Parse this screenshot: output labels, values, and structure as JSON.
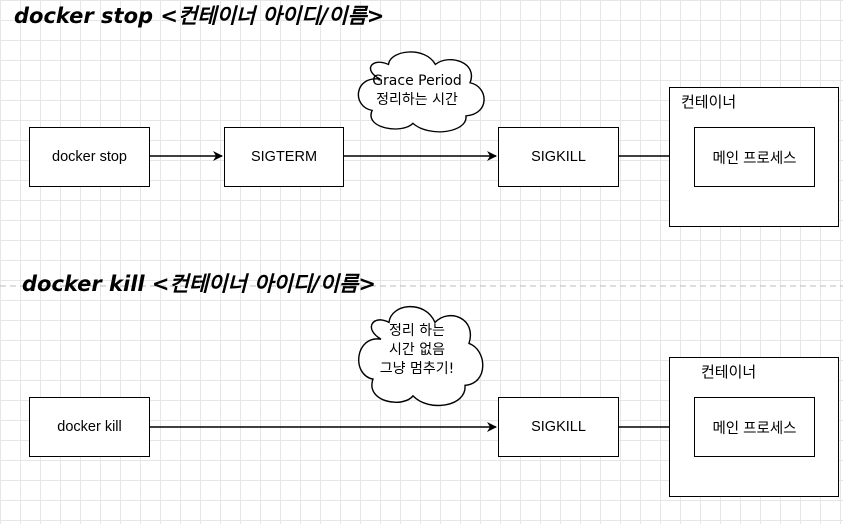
{
  "sections": [
    {
      "heading": "docker stop <컨테이너 아이디/이름>",
      "command_box": "docker stop",
      "signal_box": "SIGTERM",
      "kill_box": "SIGKILL",
      "cloud_lines": [
        "Grace Period",
        "정리하는 시간"
      ],
      "container_label": "컨테이너",
      "process_box": "메인 프로세스"
    },
    {
      "heading": "docker kill <컨테이너 아이디/이름>",
      "command_box": "docker kill",
      "kill_box": "SIGKILL",
      "cloud_lines": [
        "정리 하는",
        "시간 없음",
        "그냥 멈추기!"
      ],
      "container_label": "컨테이너",
      "process_box": "메인 프로세스"
    }
  ],
  "colors": {
    "grid": "#e6e6e6",
    "stroke": "#000000",
    "background": "#ffffff"
  }
}
